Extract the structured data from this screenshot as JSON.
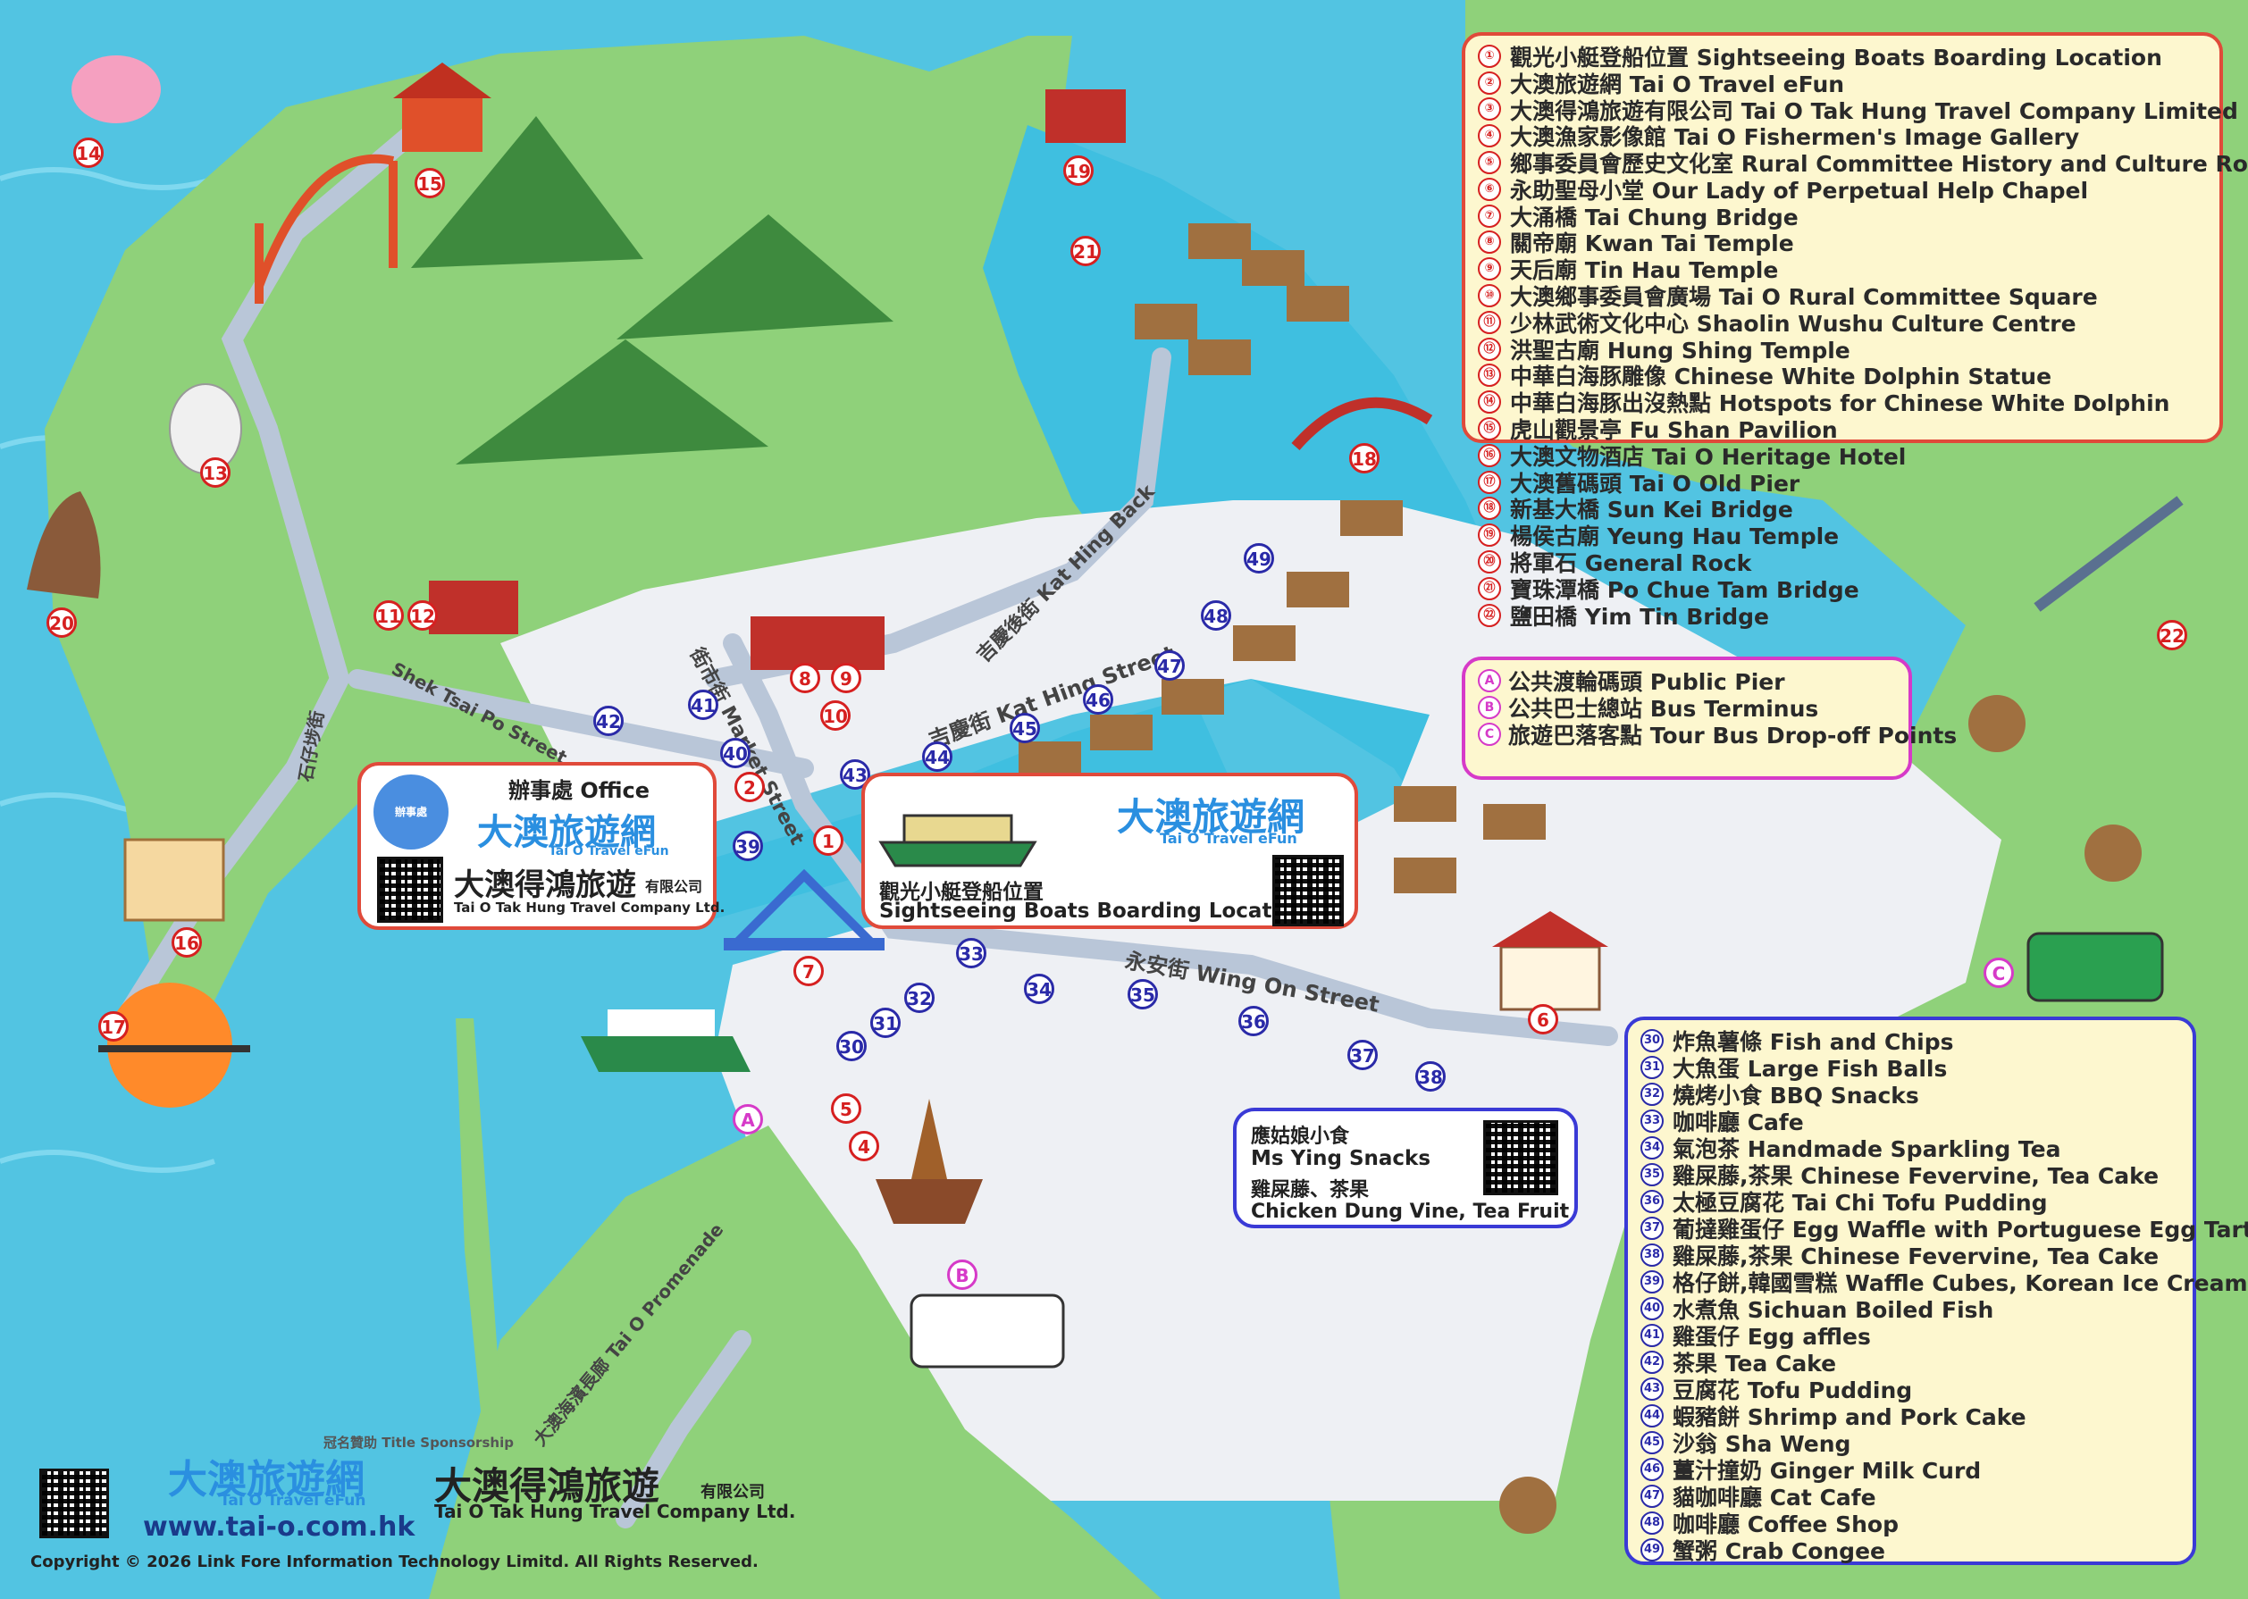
{
  "legend_red": [
    {
      "id": "①",
      "text": "觀光小艇登船位置 Sightseeing Boats Boarding Location"
    },
    {
      "id": "②",
      "text": "大澳旅遊網 Tai O Travel eFun"
    },
    {
      "id": "③",
      "text": "大澳得鴻旅遊有限公司 Tai O Tak Hung Travel Company Limited"
    },
    {
      "id": "④",
      "text": "大澳漁家影像館 Tai O Fishermen's Image Gallery"
    },
    {
      "id": "⑤",
      "text": "鄉事委員會歷史文化室 Rural Committee History and Culture Room"
    },
    {
      "id": "⑥",
      "text": "永助聖母小堂 Our Lady of Perpetual Help Chapel"
    },
    {
      "id": "⑦",
      "text": "大涌橋 Tai Chung Bridge"
    },
    {
      "id": "⑧",
      "text": "關帝廟 Kwan Tai Temple"
    },
    {
      "id": "⑨",
      "text": "天后廟 Tin Hau Temple"
    },
    {
      "id": "⑩",
      "text": "大澳鄉事委員會廣場 Tai O Rural Committee Square"
    },
    {
      "id": "⑪",
      "text": "少林武術文化中心 Shaolin Wushu Culture Centre"
    },
    {
      "id": "⑫",
      "text": "洪聖古廟 Hung Shing Temple"
    },
    {
      "id": "⑬",
      "text": "中華白海豚雕像 Chinese White Dolphin Statue"
    },
    {
      "id": "⑭",
      "text": "中華白海豚出沒熱點 Hotspots for Chinese White Dolphin"
    },
    {
      "id": "⑮",
      "text": "虎山觀景亭 Fu Shan Pavilion"
    },
    {
      "id": "⑯",
      "text": "大澳文物酒店 Tai O Heritage Hotel"
    },
    {
      "id": "⑰",
      "text": "大澳舊碼頭 Tai O Old Pier"
    },
    {
      "id": "⑱",
      "text": "新基大橋 Sun Kei Bridge"
    },
    {
      "id": "⑲",
      "text": "楊侯古廟 Yeung Hau Temple"
    },
    {
      "id": "⑳",
      "text": "將軍石 General Rock"
    },
    {
      "id": "㉑",
      "text": "寶珠潭橋 Po Chue Tam Bridge"
    },
    {
      "id": "㉒",
      "text": "鹽田橋 Yim Tin Bridge"
    }
  ],
  "legend_magenta": [
    {
      "id": "A",
      "text": "公共渡輪碼頭 Public Pier"
    },
    {
      "id": "B",
      "text": "公共巴士總站 Bus Terminus"
    },
    {
      "id": "C",
      "text": "旅遊巴落客點 Tour Bus Drop-off Points"
    }
  ],
  "legend_blue": [
    {
      "id": "30",
      "text": "炸魚薯條 Fish and Chips"
    },
    {
      "id": "31",
      "text": "大魚蛋 Large Fish Balls"
    },
    {
      "id": "32",
      "text": "燒烤小食 BBQ Snacks"
    },
    {
      "id": "33",
      "text": "咖啡廳 Cafe"
    },
    {
      "id": "34",
      "text": "氣泡茶 Handmade Sparkling Tea"
    },
    {
      "id": "35",
      "text": "雞屎藤,茶果 Chinese Fevervine, Tea Cake"
    },
    {
      "id": "36",
      "text": "太極豆腐花 Tai Chi Tofu Pudding"
    },
    {
      "id": "37",
      "text": "葡撻雞蛋仔 Egg Waffle with Portuguese Egg Tart"
    },
    {
      "id": "38",
      "text": "雞屎藤,茶果 Chinese Fevervine, Tea Cake"
    },
    {
      "id": "39",
      "text": "格仔餅,韓國雪糕 Waffle Cubes, Korean Ice Cream"
    },
    {
      "id": "40",
      "text": "水煮魚 Sichuan Boiled Fish"
    },
    {
      "id": "41",
      "text": "雞蛋仔 Egg affles"
    },
    {
      "id": "42",
      "text": "茶果 Tea Cake"
    },
    {
      "id": "43",
      "text": "豆腐花 Tofu Pudding"
    },
    {
      "id": "44",
      "text": "蝦豬餅 Shrimp and Pork Cake"
    },
    {
      "id": "45",
      "text": "沙翁 Sha Weng"
    },
    {
      "id": "46",
      "text": "薑汁撞奶 Ginger Milk Curd"
    },
    {
      "id": "47",
      "text": "貓咖啡廳 Cat Cafe"
    },
    {
      "id": "48",
      "text": "咖啡廳 Coffee Shop"
    },
    {
      "id": "49",
      "text": "蟹粥 Crab Congee"
    }
  ],
  "office": {
    "label": "辦事處 Office",
    "badge": "辦事處 OFFICE",
    "brand_cn": "大澳旅遊網",
    "brand_en": "Tai O Travel eFun",
    "company_cn": "大澳得鴻旅遊",
    "company_suffix": "有限公司",
    "company_en": "Tai O Tak Hung Travel Company Ltd."
  },
  "boats": {
    "brand_cn": "大澳旅遊網",
    "brand_en": "Tai O Travel eFun",
    "label_cn": "觀光小艇登船位置",
    "label_en": "Sightseeing Boats Boarding Location"
  },
  "ying": {
    "line1": "應姑娘小食",
    "line2": "Ms Ying Snacks",
    "line3": "雞屎藤、茶果",
    "line4": "Chicken Dung Vine, Tea Fruit"
  },
  "streets": {
    "kat_hing_back": "吉慶後街 Kat Hing Back",
    "kat_hing": "吉慶街 Kat Hing Street",
    "market": "街市街 Market Street",
    "shek_tsai_po": "Shek Tsai Po Street",
    "shek_tsai_po_cn": "石仔埗街",
    "wing_on": "永安街 Wing On Street",
    "promenade": "大澳海濱長廊 Tai O Promenade"
  },
  "footer": {
    "sponsor": "冠名贊助 Title Sponsorship",
    "brand_cn": "大澳旅遊網",
    "brand_en": "Tai O Travel eFun",
    "url": "www.tai-o.com.hk",
    "company_cn": "大澳得鴻旅遊",
    "company_suffix": "有限公司",
    "company_en": "Tai O Tak Hung Travel Company Ltd.",
    "copyright": "Copyright © 2026 Link Fore Information Technology Limitd. All Rights Reserved."
  },
  "markers_red": [
    "1",
    "2",
    "4",
    "5",
    "6",
    "7",
    "8",
    "9",
    "10",
    "11",
    "12",
    "13",
    "14",
    "15",
    "16",
    "17",
    "18",
    "19",
    "20",
    "21",
    "22"
  ],
  "markers_blue": [
    "30",
    "31",
    "32",
    "33",
    "34",
    "35",
    "36",
    "37",
    "38",
    "39",
    "40",
    "41",
    "42",
    "43",
    "44",
    "45",
    "46",
    "47",
    "48",
    "49"
  ],
  "markers_magenta": [
    "A",
    "B",
    "C"
  ],
  "colors": {
    "sea": "#4fc3e0",
    "land": "#8fd17a",
    "road": "#b9c6d8",
    "red": "#d62020",
    "blue": "#2a2aa8",
    "magenta": "#d63ac8",
    "panel": "#fdf7cf"
  }
}
